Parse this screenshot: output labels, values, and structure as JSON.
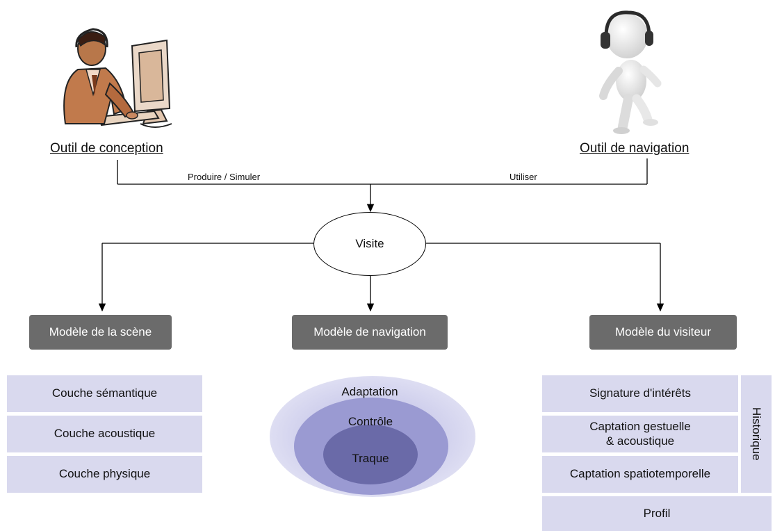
{
  "tools": {
    "designer": {
      "label": "Outil de conception",
      "icon": "designer-at-computer-icon"
    },
    "navigator": {
      "label": "Outil de navigation",
      "icon": "headphone-walker-icon"
    }
  },
  "edges": {
    "produce_label": "Produire / Simuler",
    "use_label": "Utiliser"
  },
  "visit": {
    "label": "Visite"
  },
  "models": {
    "scene": "Modèle de la scène",
    "navigation": "Modèle de navigation",
    "visitor": "Modèle du visiteur"
  },
  "scene_layers": [
    "Couche sémantique",
    "Couche acoustique",
    "Couche physique"
  ],
  "navigation_rings": {
    "outer": "Adaptation",
    "middle": "Contrôle",
    "inner": "Traque"
  },
  "visitor_layers": {
    "interests": "Signature d'intérêts",
    "gesture_line1": "Captation gestuelle",
    "gesture_line2": "& acoustique",
    "spatiotemporal": "Captation spatiotemporelle",
    "profile": "Profil",
    "history": "Historique"
  },
  "colors": {
    "model_box": "#6b6b6b",
    "layer_fill": "#d9d9ee",
    "ring_outer": "#d4d4ef",
    "ring_middle": "#9a9ad2",
    "ring_inner": "#6a6aa8"
  }
}
